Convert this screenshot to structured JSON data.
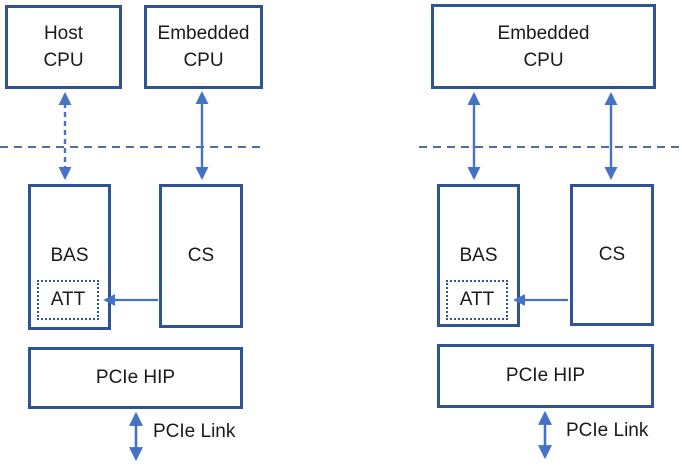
{
  "diagram_type": "block-diagram",
  "colors": {
    "box_border": "#2f5496",
    "att_dotted_border": "#2f5496",
    "arrow": "#4472c4",
    "dashed_separator": "#4f6d9f",
    "text": "#1a1a1a",
    "background": "#ffffff"
  },
  "left_diagram": {
    "host_cpu": {
      "line1": "Host",
      "line2": "CPU"
    },
    "embedded_cpu": {
      "line1": "Embedded",
      "line2": "CPU"
    },
    "bas_label": "BAS",
    "att_label": "ATT",
    "cs_label": "CS",
    "pcie_hip_label": "PCIe HIP",
    "pcie_link_label": "PCIe Link"
  },
  "right_diagram": {
    "embedded_cpu": {
      "line1": "Embedded",
      "line2": "CPU"
    },
    "bas_label": "BAS",
    "att_label": "ATT",
    "cs_label": "CS",
    "pcie_hip_label": "PCIe HIP",
    "pcie_link_label": "PCIe Link"
  },
  "connections": {
    "left": [
      "Host CPU <-> BAS (dashed double arrow crossing dashed separator)",
      "Embedded CPU <-> CS (solid double arrow crossing dashed separator)",
      "CS -> ATT (solid arrow)",
      "PCIe HIP <-> PCIe Link (double arrow)"
    ],
    "right": [
      "Embedded CPU <-> BAS (solid double arrow crossing dashed separator)",
      "Embedded CPU <-> CS (solid double arrow crossing dashed separator)",
      "CS -> ATT (solid arrow)",
      "PCIe HIP <-> PCIe Link (double arrow)"
    ]
  }
}
